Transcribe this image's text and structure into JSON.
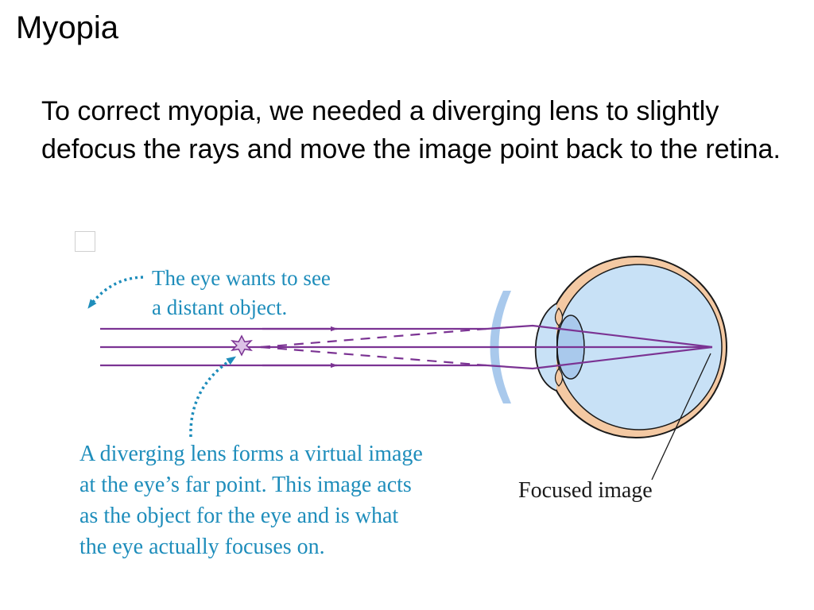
{
  "slide": {
    "title": "Myopia",
    "body": "To correct myopia, we needed a diverging lens to slightly defocus the rays and move the image point back to the retina."
  },
  "diagram": {
    "caption_top": [
      "The eye wants to see",
      "a distant object."
    ],
    "caption_bottom": [
      "A diverging lens forms a virtual image",
      "at the eye’s far point. This image acts",
      "as the object for the eye and is what",
      "the eye actually focuses on."
    ],
    "focused_label": "Focused image"
  },
  "colors": {
    "ray": "#7b3393",
    "annotation": "#1e8dbb",
    "lens": "#a9c9ec",
    "eye_fill": "#c8e1f6",
    "sclera": "#f4c9a3",
    "outline": "#1a1a1a"
  }
}
